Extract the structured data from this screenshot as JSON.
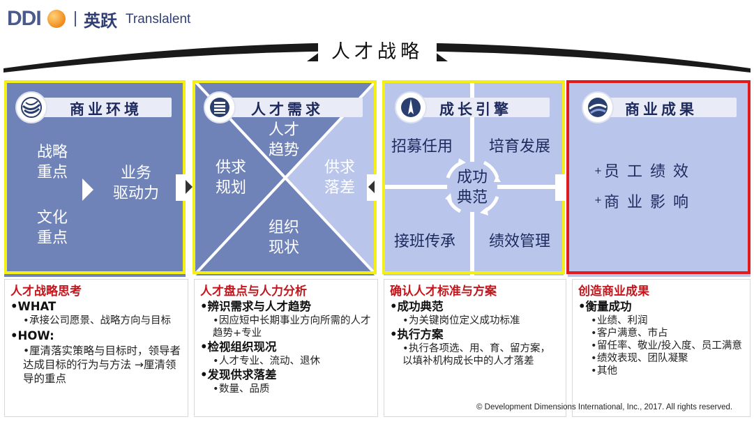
{
  "header": {
    "logo_ddi": "DDI",
    "logo_cn": "英跃",
    "logo_en": "Translalent",
    "title": "人才战略"
  },
  "panels": [
    {
      "title": "商业环境",
      "left_items": [
        "战略\n重点",
        "文化\n重点"
      ],
      "right_item": "业务\n驱动力"
    },
    {
      "title": "人才需求",
      "top": "人才\n趋势",
      "left": "供求\n规划",
      "right": "供求\n落差",
      "bottom": "组织\n现状"
    },
    {
      "title": "成长引擎",
      "tl": "招募任用",
      "tr": "培育发展",
      "bl": "接班传承",
      "br": "绩效管理",
      "center": "成功\n典范"
    },
    {
      "title": "商业成果",
      "items": [
        "员 工 绩 效",
        "商 业 影 响"
      ]
    }
  ],
  "boxes": [
    {
      "title": "人才战略思考",
      "sections": [
        {
          "heading": "WHAT",
          "items": [
            "承接公司愿景、战略方向与目标"
          ]
        },
        {
          "heading": "HOW:",
          "items": [
            "厘清落实策略与目标时，领导者达成目标的行为与方法 →厘清领导的重点"
          ]
        }
      ]
    },
    {
      "title": "人才盘点与人力分析",
      "sections": [
        {
          "heading": "辨识需求与人才趋势",
          "items": [
            "因应短中长期事业方向所需的人才趋势+专业"
          ]
        },
        {
          "heading": "检视组织现况",
          "items": [
            "人才专业、流动、退休"
          ]
        },
        {
          "heading": "发现供求落差",
          "items": [
            "数量、品质"
          ]
        }
      ]
    },
    {
      "title": "确认人才标准与方案",
      "sections": [
        {
          "heading": "成功典范",
          "items": [
            "为关键岗位定义成功标准"
          ]
        },
        {
          "heading": "执行方案",
          "items": [
            "执行各项选、用、育、留方案，以填补机构成长中的人才落差"
          ]
        }
      ]
    },
    {
      "title": "创造商业成果",
      "sections": [
        {
          "heading": "衡量成功",
          "items": [
            "业绩、利润",
            "客户满意、市占",
            "留任率、敬业/投入度、员工满意",
            "绩效表现、团队凝聚",
            "其他"
          ]
        }
      ]
    }
  ],
  "copyright": "© Development Dimensions International, Inc., 2017.  All rights reserved.",
  "colors": {
    "panel_dark": "#7083b8",
    "panel_light": "#b9c5ea",
    "frame_yellow": "#f4ef16",
    "frame_red": "#e11b1b",
    "title_red": "#c3161c"
  }
}
